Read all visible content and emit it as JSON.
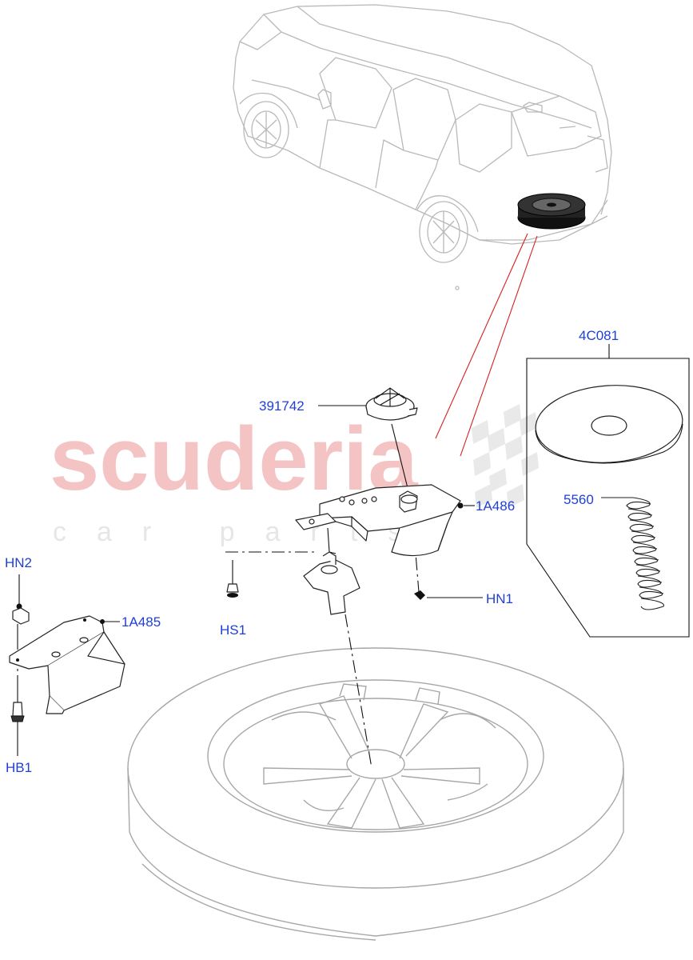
{
  "watermark": {
    "brand": "scuderia",
    "tagline": "car parts"
  },
  "callouts": {
    "c_4C081": "4C081",
    "c_391742": "391742",
    "c_1A486": "1A486",
    "c_5560": "5560",
    "c_HN2": "HN2",
    "c_1A485": "1A485",
    "c_HS1": "HS1",
    "c_HN1": "HN1",
    "c_HB1": "HB1"
  },
  "colors": {
    "callout_text": "#1f3fd6",
    "leader_red": "#d42020",
    "watermark_red": "#f4c4c4"
  }
}
